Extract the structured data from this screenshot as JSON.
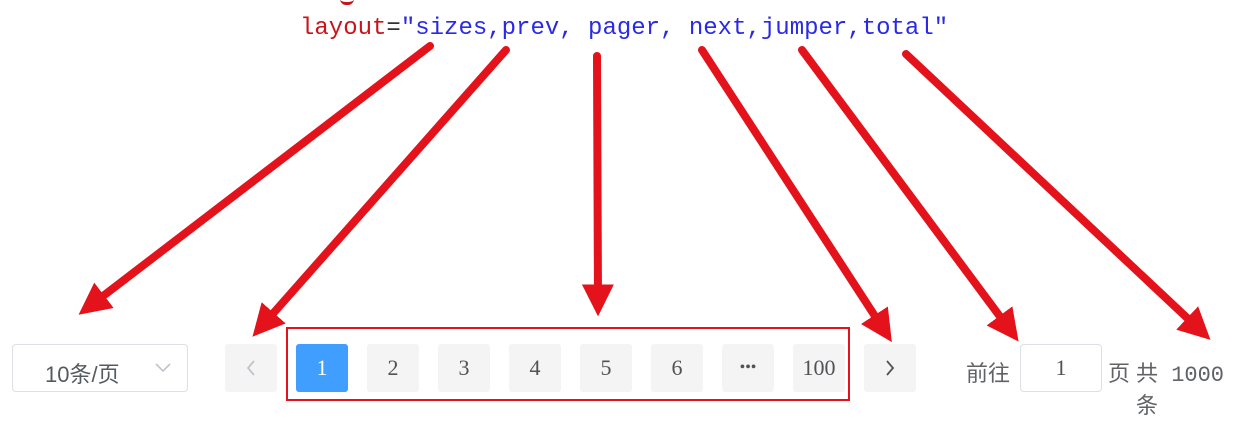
{
  "code": {
    "attr_name": "layout",
    "operator": "=",
    "value": "\"sizes,prev, pager, next,jumper,total\""
  },
  "pagination": {
    "page_size_label": "10条/页",
    "prev_icon": "chevron-left-icon",
    "next_icon": "chevron-right-icon",
    "pages": [
      "1",
      "2",
      "3",
      "4",
      "5",
      "6",
      "•••",
      "100"
    ],
    "current_page": "1",
    "jumper_prefix": "前往",
    "jumper_value": "1",
    "jumper_suffix": "页",
    "total_text": "共 1000 条"
  },
  "colors": {
    "accent": "#409eff",
    "annotation_red": "#e3121b",
    "code_red": "#c8141a",
    "code_blue": "#2a2ae6"
  }
}
